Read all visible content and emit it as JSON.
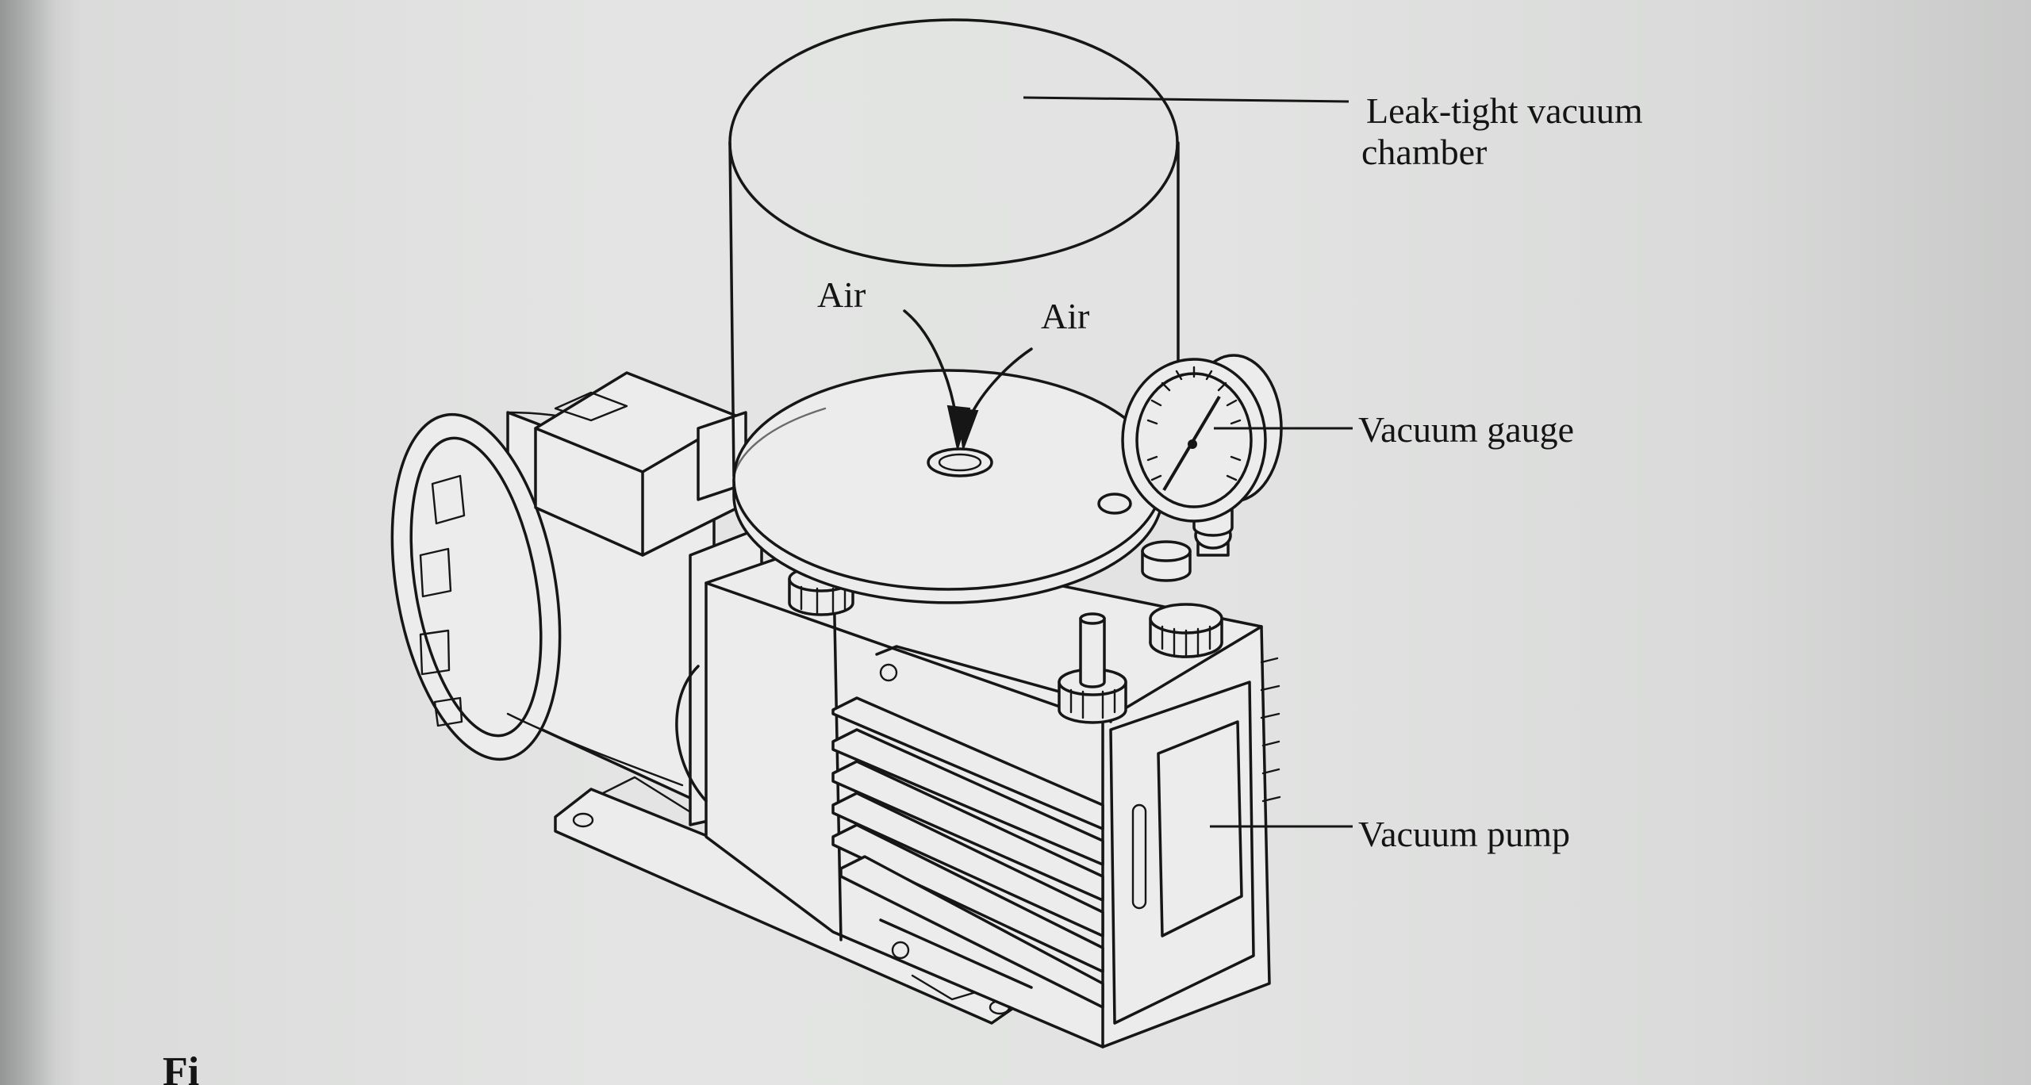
{
  "labels": {
    "chamber_line1": "Leak-tight vacuum",
    "chamber_line2": "chamber",
    "air_left": "Air",
    "air_right": "Air",
    "gauge": "Vacuum gauge",
    "pump": "Vacuum pump"
  },
  "caption": {
    "visible": "Fi"
  },
  "icons": {
    "chamber": "bell-jar-cylinder",
    "gauge": "pressure-dial-gauge",
    "pump": "rotary-vacuum-pump",
    "air_arrows": "curved-arrow"
  },
  "colors": {
    "ink": "#161616",
    "paper": "#e3e4e3"
  }
}
